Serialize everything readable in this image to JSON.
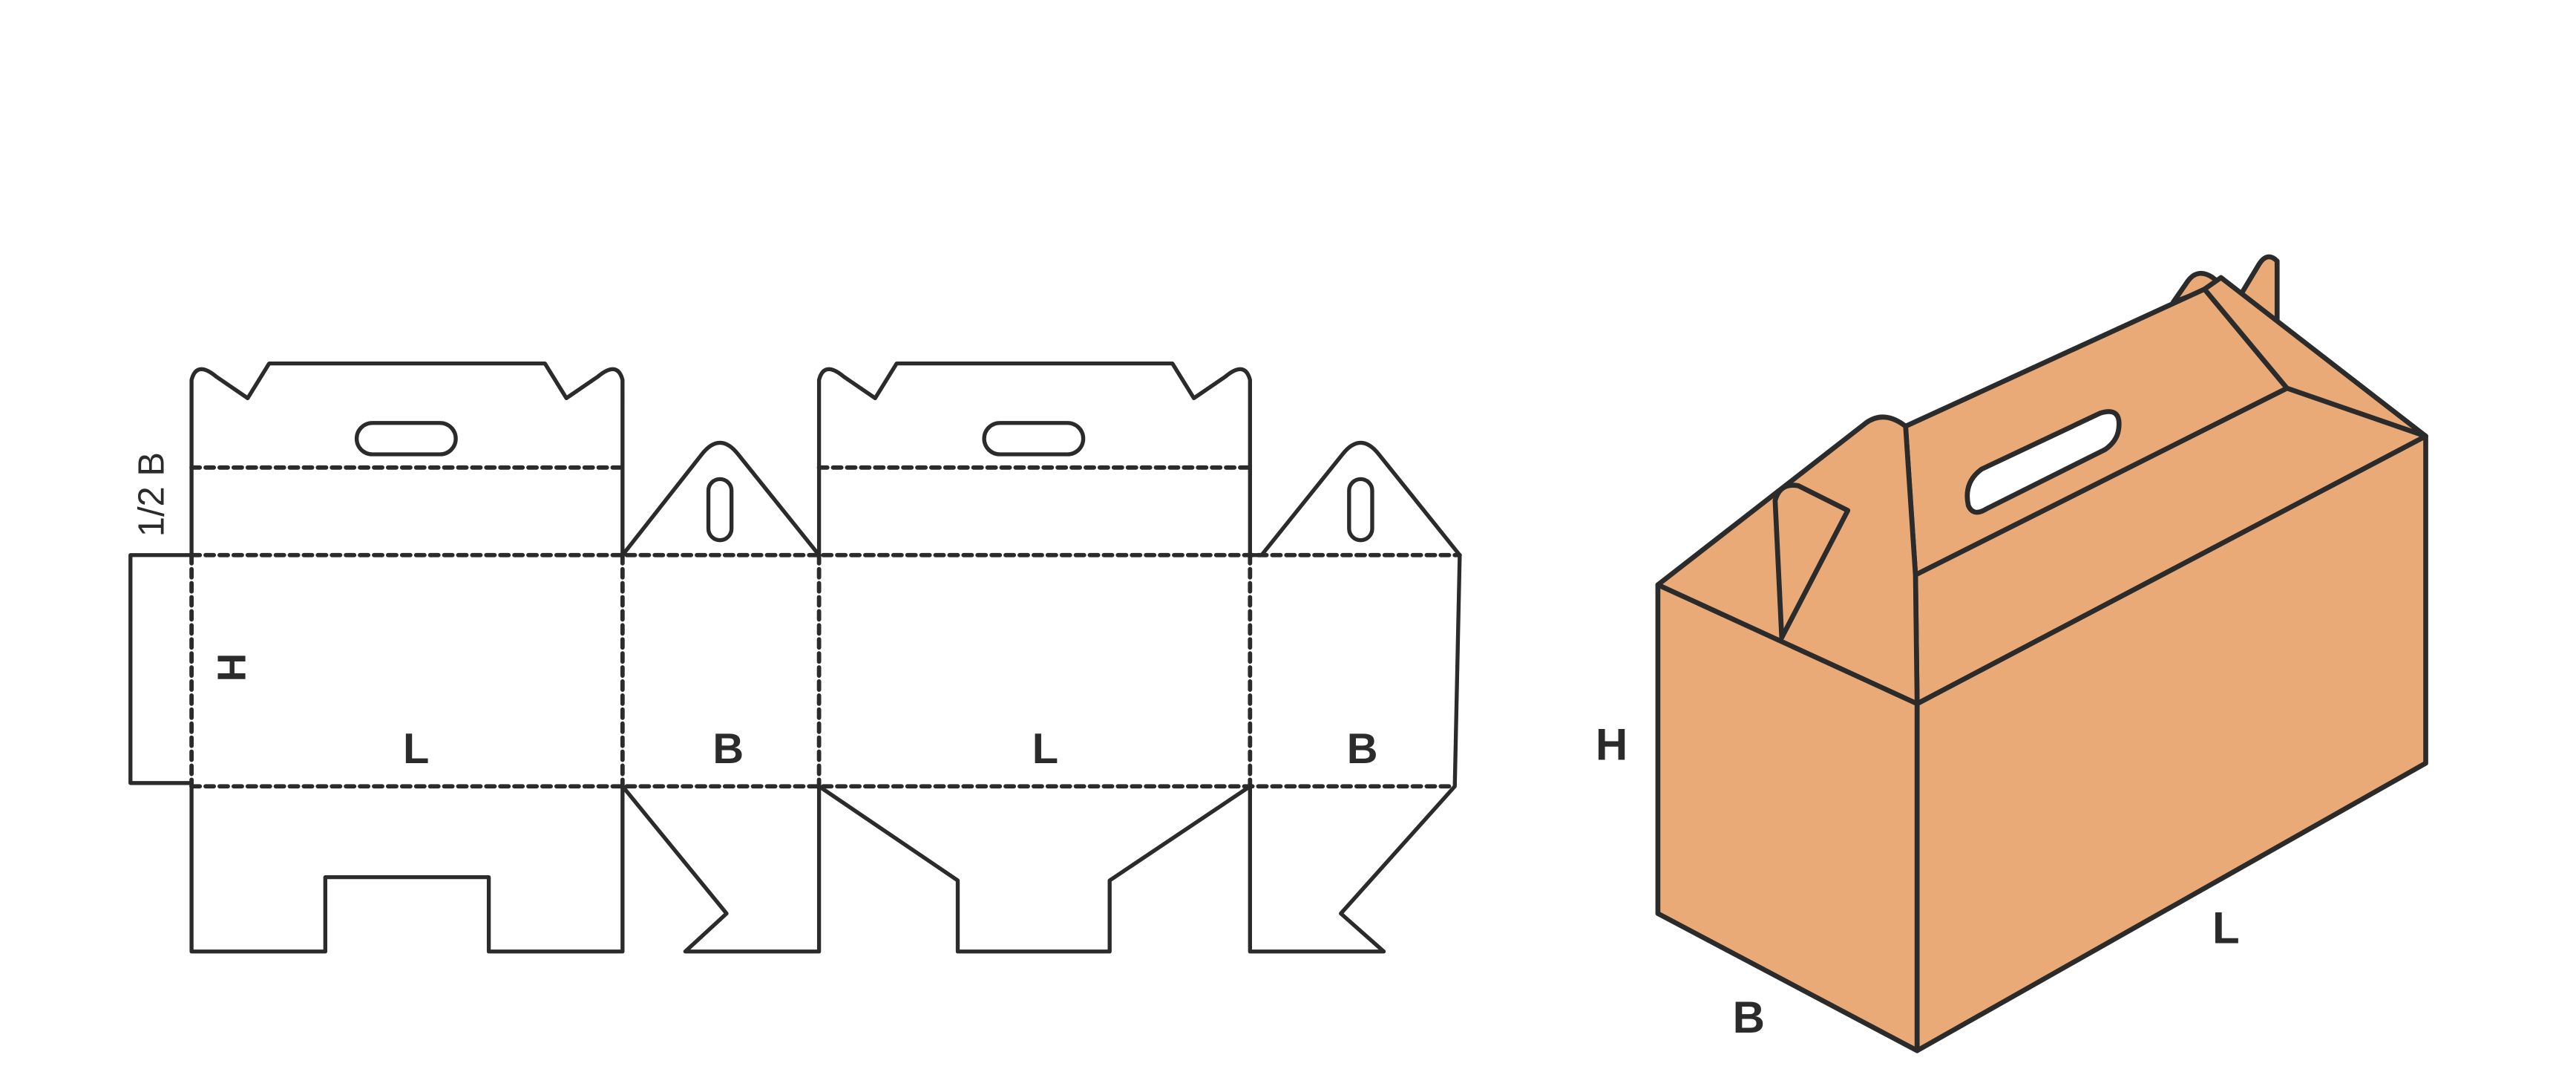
{
  "colors": {
    "line": "#2b2b2b",
    "box_fill": "#eaaa78",
    "background": "#ffffff"
  },
  "dieline": {
    "labels": {
      "half_b": "1/2 B",
      "h": "H",
      "l_1": "L",
      "b_1": "B",
      "l_2": "L",
      "b_2": "B"
    }
  },
  "box_3d": {
    "labels": {
      "h": "H",
      "b": "B",
      "l": "L"
    }
  }
}
